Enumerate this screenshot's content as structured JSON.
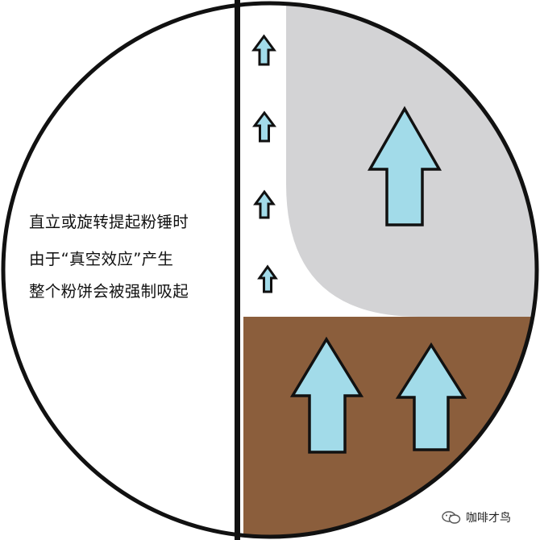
{
  "caption": {
    "line1": "直立或旋转提起粉锤时",
    "line2": "由于“真空效应”产生",
    "line3": "整个粉饼会被强制吸起"
  },
  "watermark": {
    "text": "咖啡才鸟",
    "icon": "wechat-icon"
  },
  "colors": {
    "outline": "#111111",
    "background": "#ffffff",
    "gray_region": "#d3d3d5",
    "brown_region": "#8b5e3c",
    "arrow_fill": "#a2dbe9",
    "arrow_stroke": "#111111"
  }
}
